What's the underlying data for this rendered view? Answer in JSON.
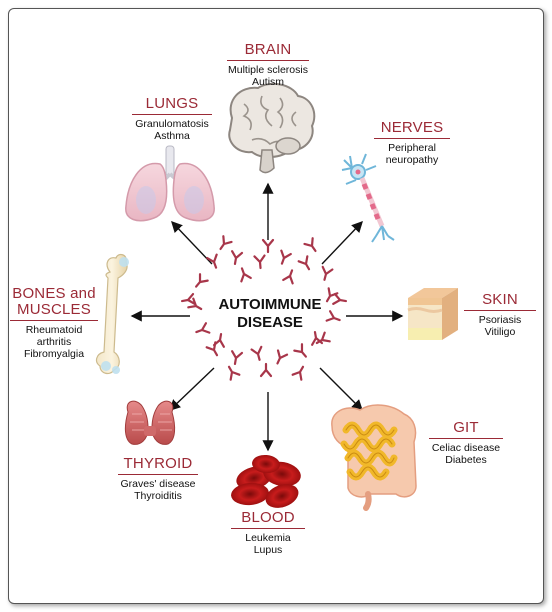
{
  "center": {
    "line1": "AUTOIMMUNE",
    "line2": "DISEASE"
  },
  "brain": {
    "title": "BRAIN",
    "items": [
      "Multiple sclerosis",
      "Autism"
    ]
  },
  "lungs": {
    "title": "LUNGS",
    "items": [
      "Granulomatosis",
      "Asthma"
    ]
  },
  "nerves": {
    "title": "NERVES",
    "items": [
      "Peripheral",
      "neuropathy"
    ]
  },
  "bones": {
    "title_line1": "BONES and",
    "title_line2": "MUSCLES",
    "items": [
      "Rheumatoid arthritis",
      "Fibromyalgia"
    ]
  },
  "skin": {
    "title": "SKIN",
    "items": [
      "Psoriasis",
      "Vitiligo"
    ]
  },
  "thyroid": {
    "title": "THYROID",
    "items": [
      "Graves' disease",
      "Thyroiditis"
    ]
  },
  "git": {
    "title": "GIT",
    "items": [
      "Celiac disease",
      "Diabetes"
    ]
  },
  "blood": {
    "title": "BLOOD",
    "items": [
      "Leukemia",
      "Lupus"
    ]
  },
  "colors": {
    "title": "#9b2a36",
    "antibody": "#a8364a",
    "arrow": "#111111"
  }
}
